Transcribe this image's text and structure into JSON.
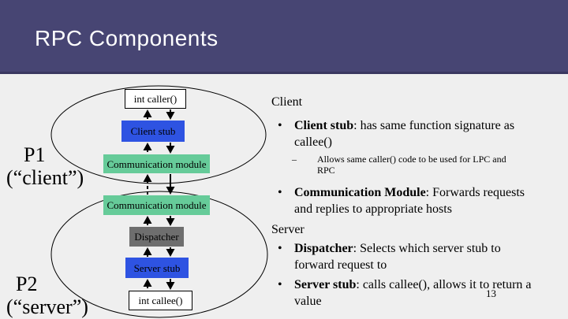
{
  "slide": {
    "title": "RPC Components",
    "page_number": "13"
  },
  "colors": {
    "header_bg": "#474573",
    "header_border": "#3a3860",
    "body_bg": "#efefef",
    "stub_blue": "#2e53e2",
    "module_green": "#66cb99",
    "dispatcher_gray": "#6e6e6e"
  },
  "diagram": {
    "process1": {
      "name": "P1",
      "alias": "(“client”)"
    },
    "process2": {
      "name": "P2",
      "alias": "(“server”)"
    },
    "boxes": [
      {
        "label": "int caller()"
      },
      {
        "label": "Client stub"
      },
      {
        "label": "Communication module"
      },
      {
        "label": "Communication module"
      },
      {
        "label": "Dispatcher"
      },
      {
        "label": "Server stub"
      },
      {
        "label": "int callee()"
      }
    ]
  },
  "notes": {
    "bullet_char": "•",
    "dash_char": "–",
    "client_heading": "Client",
    "server_heading": "Server",
    "items": [
      {
        "term": "Client stub",
        "rest": ": has same function signature as callee()"
      },
      {
        "term": "Communication Module",
        "rest": ": Forwards requests and replies to appropriate hosts"
      },
      {
        "term": "Dispatcher",
        "rest": ": Selects which server stub to forward request to"
      },
      {
        "term": "Server stub",
        "rest": ": calls callee(), allows it to return a value"
      }
    ],
    "sub_item": "Allows same caller() code to be used for LPC and RPC"
  }
}
